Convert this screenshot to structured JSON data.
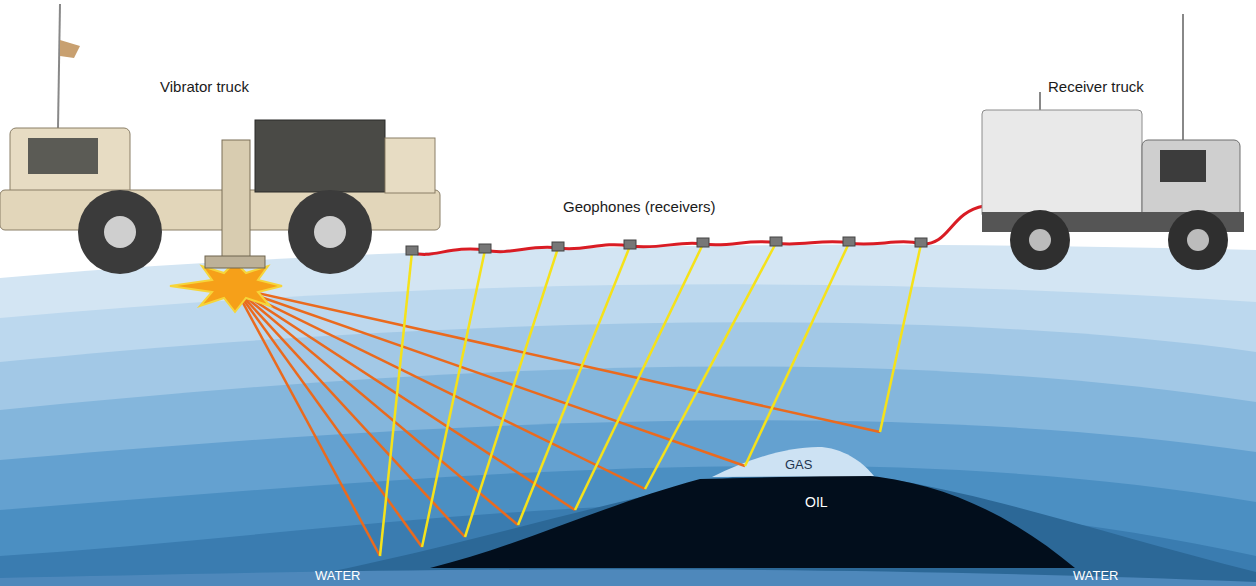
{
  "diagram": {
    "labels": [
      "Vibrator truck",
      "Receiver truck",
      "Geophones (receivers)",
      "GAS",
      "OIL",
      "WATER",
      "WATER"
    ]
  }
}
